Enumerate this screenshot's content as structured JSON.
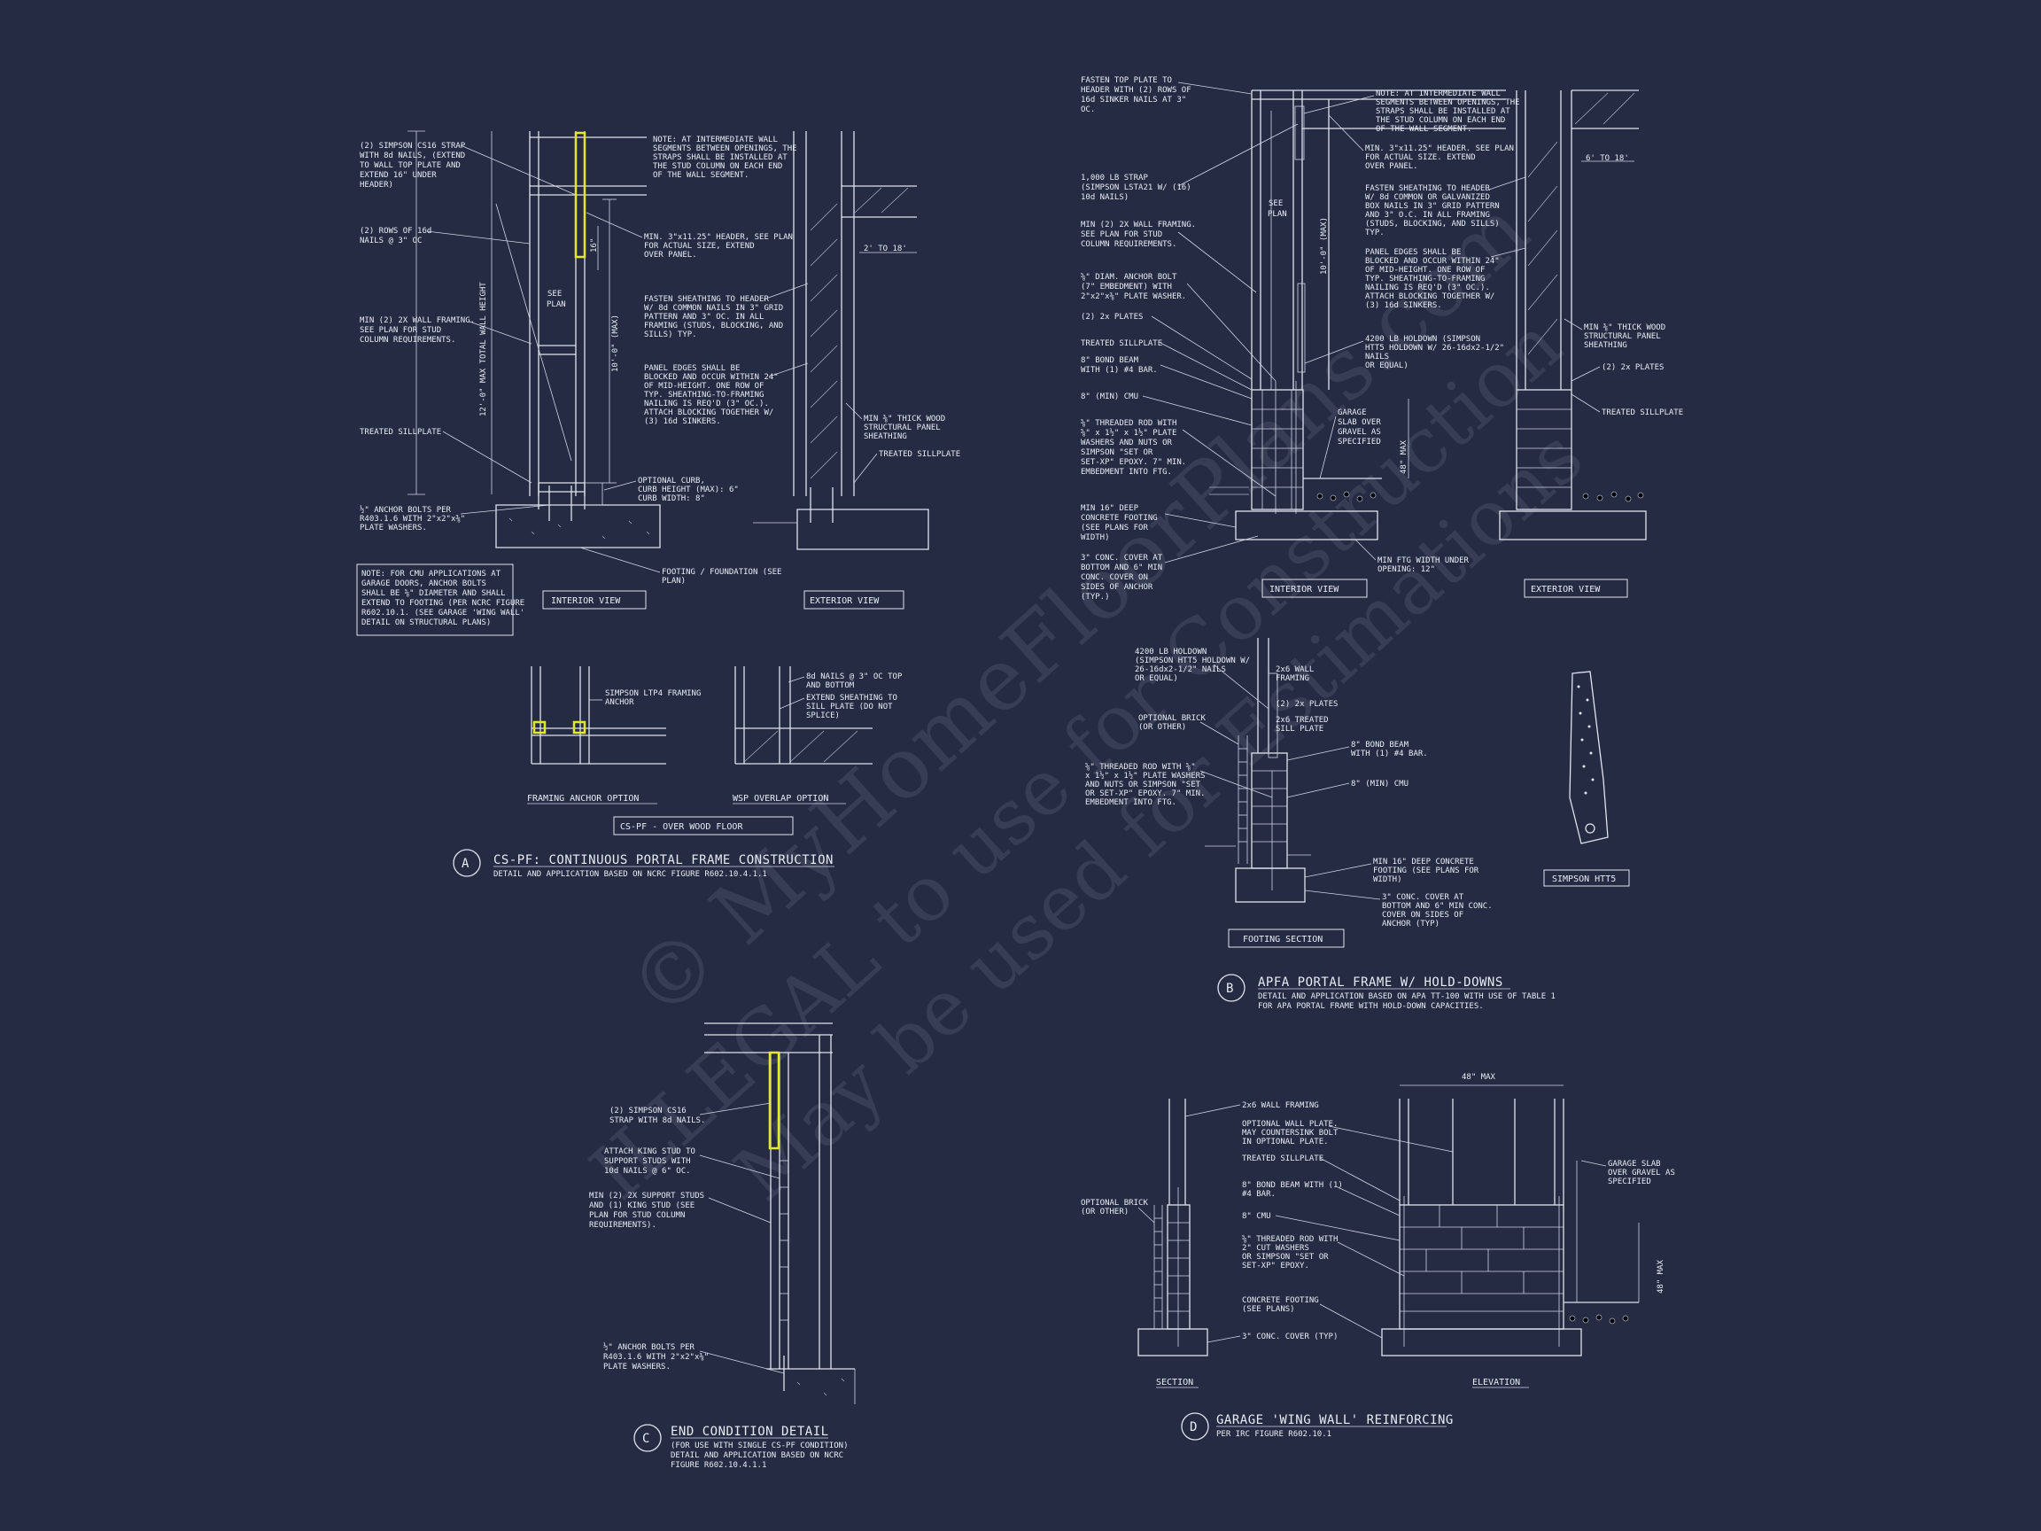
{
  "colors": {
    "background": "#262b44",
    "linework": "#dfe4ee",
    "highlight": "#e6e62a"
  },
  "watermark": {
    "line1": "© MyHomeFloorPlans.com",
    "line2": "ILLEGAL to use for Construction",
    "line3": "May be used for Estimations"
  },
  "detailA": {
    "letter": "A",
    "title": "CS-PF: CONTINUOUS PORTAL FRAME CONSTRUCTION",
    "subtitle": "DETAIL AND APPLICATION BASED ON NCRC FIGURE R602.10.4.1.1",
    "notes_left": [
      "(2) SIMPSON CS16 STRAP",
      "WITH 8d NAILS, (EXTEND",
      "TO WALL TOP PLATE AND",
      "EXTEND 16\" UNDER",
      "HEADER)"
    ],
    "note_rows": [
      "(2) ROWS OF 16d",
      "NAILS @ 3\" OC"
    ],
    "note_framing": [
      "MIN (2) 2X WALL FRAMING.",
      "SEE PLAN FOR STUD",
      "COLUMN REQUIREMENTS."
    ],
    "note_sillplate": "TREATED SILLPLATE",
    "note_anchor": [
      "½\" ANCHOR BOLTS PER",
      "R403.1.6 WITH 2\"x2\"x⅜\"",
      "PLATE WASHERS."
    ],
    "note_box": [
      "NOTE: FOR CMU APPLICATIONS AT",
      "GARAGE DOORS, ANCHOR BOLTS",
      "SHALL BE ⅝\" DIAMETER AND SHALL",
      "EXTEND TO FOOTING (PER NCRC FIGURE",
      "R602.10.1. (SEE GARAGE 'WING WALL'",
      "DETAIL ON STRUCTURAL PLANS)"
    ],
    "note_intermediate": [
      "NOTE: AT INTERMEDIATE WALL",
      "SEGMENTS BETWEEN OPENINGS, THE",
      "STRAPS SHALL BE INSTALLED AT",
      "THE STUD COLUMN ON EACH END",
      "OF THE WALL SEGMENT."
    ],
    "note_header": [
      "MIN. 3\"x11.25\" HEADER, SEE PLAN",
      "FOR ACTUAL SIZE, EXTEND",
      "OVER PANEL."
    ],
    "note_fasten": [
      "FASTEN SHEATHING TO HEADER",
      "W/ 8d COMMON NAILS IN 3\" GRID",
      "PATTERN AND 3\" OC. IN ALL",
      "FRAMING (STUDS, BLOCKING, AND",
      "SILLS) TYP."
    ],
    "note_panel": [
      "PANEL EDGES SHALL BE",
      "BLOCKED AND OCCUR WITHIN 24\"",
      "OF MID-HEIGHT. ONE ROW OF",
      "TYP. SHEATHING-TO-FRAMING",
      "NAILING IS REQ'D (3\" OC.).",
      "ATTACH BLOCKING TOGETHER W/",
      "(3) 16d SINKERS."
    ],
    "note_curb": [
      "OPTIONAL CURB,",
      "CURB HEIGHT (MAX): 6\"",
      "CURB WIDTH: 8\""
    ],
    "note_footing": [
      "FOOTING / FOUNDATION (SEE",
      "PLAN)"
    ],
    "note_sheathing": [
      "MIN ⅜\" THICK WOOD",
      "STRUCTURAL PANEL",
      "SHEATHING"
    ],
    "note_treated2": "TREATED SILLPLATE",
    "dim_2to18": "2' TO 18'",
    "dim_total": "12'-0\" MAX TOTAL WALL HEIGHT",
    "dim_10": "10'-0\" (MAX)",
    "dim_16": "16\"",
    "see_plan": [
      "SEE",
      "PLAN"
    ],
    "label_interior": "INTERIOR VIEW",
    "label_exterior": "EXTERIOR VIEW",
    "note_ltp4": [
      "SIMPSON LTP4 FRAMING",
      "ANCHOR"
    ],
    "note_8d": [
      "8d NAILS @ 3\" OC TOP",
      "AND BOTTOM"
    ],
    "note_extend": [
      "EXTEND SHEATHING TO",
      "SILL PLATE (DO NOT",
      "SPLICE)"
    ],
    "label_framing_anchor": "FRAMING ANCHOR OPTION",
    "label_wsp": "WSP OVERLAP OPTION",
    "label_over_wood": "CS-PF - OVER WOOD FLOOR"
  },
  "detailB": {
    "letter": "B",
    "title": "APFA PORTAL FRAME W/ HOLD-DOWNS",
    "subtitle": [
      "DETAIL AND APPLICATION BASED ON APA TT-100 WITH USE OF TABLE 1",
      "FOR APA PORTAL FRAME WITH HOLD-DOWN CAPACITIES."
    ],
    "note_fasten_top": [
      "FASTEN TOP PLATE TO",
      "HEADER WITH (2) ROWS OF",
      "16d SINKER NAILS AT 3\"",
      "OC."
    ],
    "note_strap": [
      "1,000 LB STRAP",
      "(SIMPSON LSTA21 W/ (16)",
      "10d NAILS)"
    ],
    "note_framing": [
      "MIN (2) 2X WALL FRAMING.",
      "SEE PLAN FOR STUD",
      "COLUMN REQUIREMENTS."
    ],
    "note_bolt": [
      "⅝\" DIAM. ANCHOR BOLT",
      "(7\" EMBEDMENT) WITH",
      "2\"x2\"x⅜\" PLATE WASHER."
    ],
    "note_plates": "(2) 2x PLATES",
    "note_sill": "TREATED SILLPLATE",
    "note_bond": [
      "8\" BOND BEAM",
      "WITH (1) #4 BAR."
    ],
    "note_cmu": "8\" (MIN) CMU",
    "note_rod": [
      "⅝\" THREADED ROD WITH",
      "⅝\" x 1½\" x 1½\" PLATE",
      "WASHERS AND NUTS OR",
      "SIMPSON \"SET OR",
      "SET-XP\" EPOXY. 7\" MIN.",
      "EMBEDMENT INTO FTG."
    ],
    "note_footing": [
      "MIN 16\" DEEP",
      "CONCRETE FOOTING",
      "(SEE PLANS FOR",
      "WIDTH)"
    ],
    "note_cover": [
      "3\" CONC. COVER AT",
      "BOTTOM AND 6\" MIN",
      "CONC. COVER ON",
      "SIDES OF ANCHOR",
      "(TYP.)"
    ],
    "note_intermediate": [
      "NOTE: AT INTERMEDIATE WALL",
      "SEGMENTS BETWEEN OPENINGS, THE",
      "STRAPS SHALL BE INSTALLED AT",
      "THE STUD COLUMN ON EACH END",
      "OF THE WALL SEGMENT."
    ],
    "note_header": [
      "MIN. 3\"x11.25\" HEADER. SEE PLAN",
      "FOR ACTUAL SIZE. EXTEND",
      "OVER PANEL."
    ],
    "note_fasten": [
      "FASTEN SHEATHING TO HEADER",
      "W/ 8d COMMON OR GALVANIZED",
      "BOX NAILS IN 3\" GRID PATTERN",
      "AND 3\" O.C. IN ALL FRAMING",
      "(STUDS, BLOCKING, AND SILLS)",
      "TYP."
    ],
    "note_panel": [
      "PANEL EDGES SHALL BE",
      "BLOCKED AND OCCUR WITHIN 24\"",
      "OF MID-HEIGHT. ONE ROW OF",
      "TYP. SHEATHING-TO-FRAMING",
      "NAILING IS REQ'D (3\" OC.).",
      "ATTACH BLOCKING TOGETHER W/",
      "(3) 16d SINKERS."
    ],
    "note_holdown": [
      "4200 LB HOLDOWN (SIMPSON",
      "HTT5 HOLDOWN W/ 26-16dx2-1/2\"",
      "NAILS",
      "OR EQUAL)"
    ],
    "note_garage": [
      "GARAGE",
      "SLAB OVER",
      "GRAVEL AS",
      "SPECIFIED"
    ],
    "note_ftg_width": [
      "MIN FTG WIDTH UNDER",
      "OPENING: 12\""
    ],
    "note_sheathing": [
      "MIN ⅜\" THICK WOOD",
      "STRUCTURAL PANEL",
      "SHEATHING"
    ],
    "note_2x_plates_ext": "(2) 2x PLATES",
    "note_treated_ext": "TREATED SILLPLATE",
    "dim_6to18": "6' TO 18'",
    "dim_10": "10'-0\" (MAX)",
    "dim_48": "48\" MAX",
    "see_plan": [
      "SEE",
      "PLAN"
    ],
    "label_interior": "INTERIOR VIEW",
    "label_exterior": "EXTERIOR VIEW",
    "fs_holdown": [
      "4200 LB HOLDOWN",
      "(SIMPSON HTT5 HOLDOWN W/",
      "26-16dx2-1/2\" NAILS",
      "OR EQUAL)"
    ],
    "fs_2x6": [
      "2x6 WALL",
      "FRAMING"
    ],
    "fs_plates": "(2) 2x PLATES",
    "fs_treated": [
      "2x6 TREATED",
      "SILL PLATE"
    ],
    "fs_brick": [
      "OPTIONAL BRICK",
      "(OR OTHER)"
    ],
    "fs_bond": [
      "8\" BOND BEAM",
      "WITH (1) #4 BAR."
    ],
    "fs_cmu": "8\" (MIN) CMU",
    "fs_rod": [
      "⅝\" THREADED ROD WITH ⅝\"",
      "x 1½\" x 1½\" PLATE WASHERS",
      "AND NUTS OR SIMPSON \"SET",
      "OR SET-XP\" EPOXY. 7\" MIN.",
      "EMBEDMENT INTO FTG."
    ],
    "fs_footing": [
      "MIN 16\" DEEP CONCRETE",
      "FOOTING (SEE PLANS FOR",
      "WIDTH)"
    ],
    "fs_cover": [
      "3\" CONC. COVER AT",
      "BOTTOM AND 6\" MIN CONC.",
      "COVER ON SIDES OF",
      "ANCHOR (TYP)"
    ],
    "label_footing_section": "FOOTING SECTION",
    "label_simpson": "SIMPSON HTT5"
  },
  "detailC": {
    "letter": "C",
    "title": "END CONDITION DETAIL",
    "subtitle": [
      "(FOR USE WITH SINGLE CS-PF CONDITION)",
      "DETAIL AND APPLICATION BASED ON NCRC",
      "FIGURE R602.10.4.1.1"
    ],
    "note_strap": [
      "(2) SIMPSON CS16",
      "STRAP WITH 8d NAILS."
    ],
    "note_king": [
      "ATTACH KING STUD TO",
      "SUPPORT STUDS WITH",
      "10d NAILS @ 6\" OC."
    ],
    "note_support": [
      "MIN (2) 2X SUPPORT STUDS",
      "AND (1) KING STUD (SEE",
      "PLAN FOR STUD COLUMN",
      "REQUIREMENTS)."
    ],
    "note_anchor": [
      "½\" ANCHOR BOLTS PER",
      "R403.1.6 WITH 2\"x2\"x⅜\"",
      "PLATE WASHERS."
    ]
  },
  "detailD": {
    "letter": "D",
    "title": "GARAGE 'WING WALL' REINFORCING",
    "subtitle": "PER IRC FIGURE R602.10.1",
    "note_framing": "2x6 WALL FRAMING",
    "note_plate": [
      "OPTIONAL WALL PLATE.",
      "MAY COUNTERSINK BOLT",
      "IN OPTIONAL PLATE."
    ],
    "note_sill": "TREATED SILLPLATE",
    "note_bond": [
      "8\" BOND BEAM WITH (1)",
      "#4 BAR."
    ],
    "note_cmu": "8\" CMU",
    "note_rod": [
      "⅝\" THREADED ROD WITH",
      "2\" CUT WASHERS",
      "OR SIMPSON \"SET OR",
      "SET-XP\" EPOXY."
    ],
    "note_footing": [
      "CONCRETE FOOTING",
      "(SEE PLANS)"
    ],
    "note_cover": "3\" CONC. COVER (TYP)",
    "note_brick": [
      "OPTIONAL BRICK",
      "(OR OTHER)"
    ],
    "note_garage": [
      "GARAGE SLAB",
      "OVER GRAVEL AS",
      "SPECIFIED"
    ],
    "dim_48": "48\" MAX",
    "dim_48v": "48\" MAX",
    "label_section": "SECTION",
    "label_elevation": "ELEVATION"
  }
}
